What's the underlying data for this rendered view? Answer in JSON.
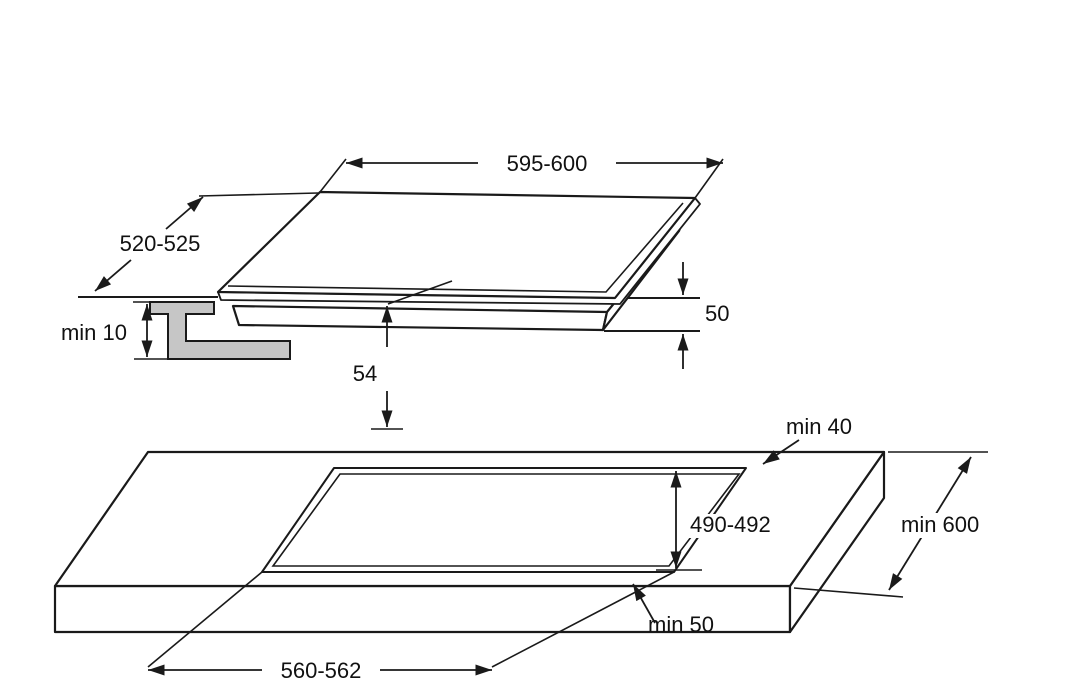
{
  "diagram": {
    "type": "appliance-installation-dimensions",
    "hob": {
      "width_mm": "595-600",
      "depth_mm": "520-525",
      "height_mm": "50",
      "build_in_depth_mm": "54",
      "side_clearance_mm": "min 10"
    },
    "worktop": {
      "rear_clearance_mm": "min 40",
      "cutout_depth_mm": "490-492",
      "worktop_depth_mm": "min 600",
      "front_clearance_mm": "min 50",
      "cutout_width_mm": "560-562"
    },
    "colors": {
      "line": "#1a1a1a",
      "bracket_fill": "#c6c6c6",
      "background": "#ffffff"
    }
  }
}
